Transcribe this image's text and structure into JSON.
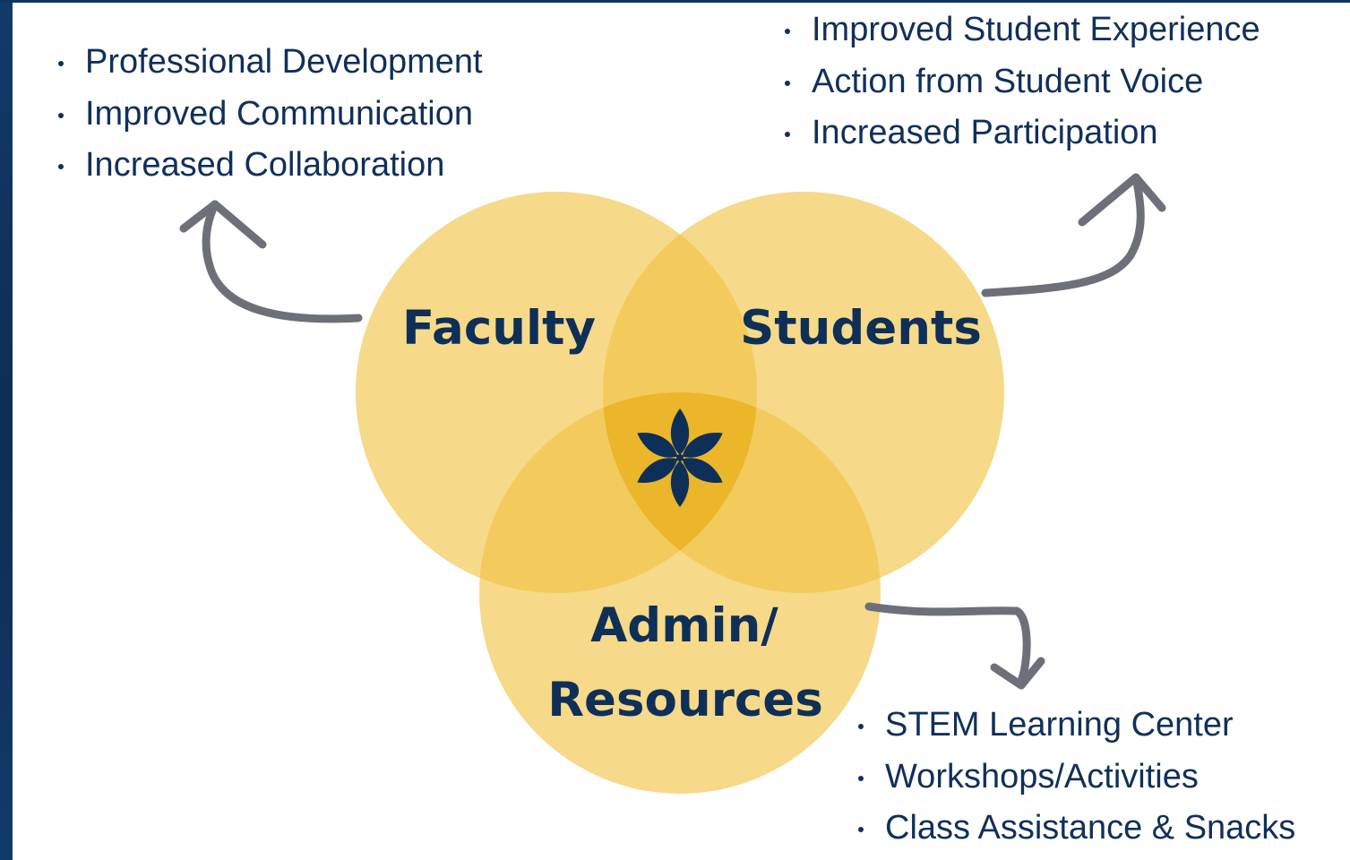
{
  "venn": {
    "faculty_label": "Faculty",
    "students_label": "Students",
    "admin_label_line1": "Admin/",
    "admin_label_line2": "Resources",
    "center_icon": "asterisk-flower-icon",
    "circle_color": "#f0c241",
    "center_color": "#e8b01e",
    "icon_color": "#0e2f57"
  },
  "faculty_outcomes": [
    "Professional Development",
    "Improved Communication",
    "Increased Collaboration"
  ],
  "student_outcomes": [
    "Improved Student Experience",
    "Action from Student Voice",
    "Increased Participation"
  ],
  "admin_resources": [
    "STEM Learning Center",
    "Workshops/Activities",
    "Class Assistance & Snacks"
  ],
  "arrows": {
    "color": "#6d7079",
    "icon": "curved-arrow-icon"
  },
  "background": {
    "frame_color": "#0e3159",
    "panel_color": "#ffffff"
  }
}
